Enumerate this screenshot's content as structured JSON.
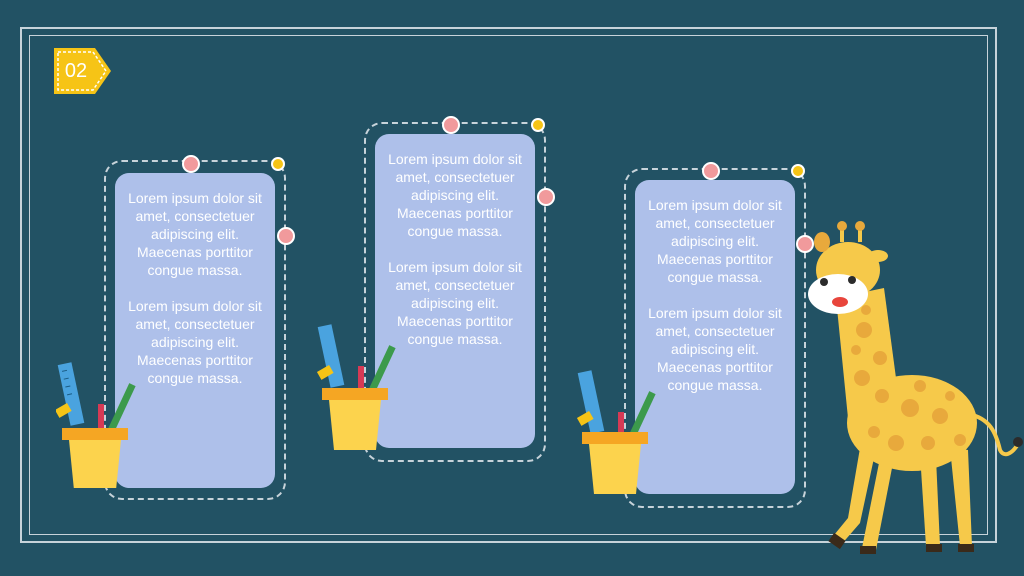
{
  "badge": {
    "number": "02"
  },
  "cards": [
    {
      "paragraphs": [
        "Lorem ipsum dolor sit amet, consectetuer adipiscing elit. Maecenas porttitor congue massa.",
        "Lorem ipsum dolor sit amet, consectetuer adipiscing elit. Maecenas porttitor congue massa."
      ]
    },
    {
      "paragraphs": [
        "Lorem ipsum dolor sit amet, consectetuer adipiscing elit. Maecenas porttitor congue massa.",
        "Lorem ipsum dolor sit amet, consectetuer adipiscing elit. Maecenas porttitor congue massa."
      ]
    },
    {
      "paragraphs": [
        "Lorem ipsum dolor sit amet, consectetuer adipiscing elit. Maecenas porttitor congue massa.",
        "Lorem ipsum dolor sit amet, consectetuer adipiscing elit. Maecenas porttitor congue massa."
      ]
    }
  ],
  "colors": {
    "background": "#225264",
    "card": "#aec0ea",
    "accent_yellow": "#f6c416",
    "accent_pink": "#f19a9c"
  },
  "icons": [
    "badge-tag-icon",
    "pencil-cup-icon",
    "giraffe-illustration"
  ]
}
